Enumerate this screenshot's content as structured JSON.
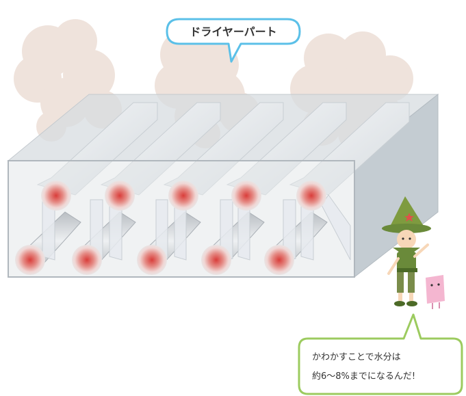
{
  "title_bubble": {
    "text": "ドライヤーパート"
  },
  "speech_bubble": {
    "line1": "かわかすことで水分は",
    "line2": "約6〜8%までになるんだ!"
  },
  "colors": {
    "bubble_border_blue": "#5bc0e8",
    "bubble_border_green": "#9ccb5f",
    "steam": "#efe3dc",
    "box_front": "#d9dde1",
    "box_side": "#c4ccd2",
    "roller_core": "#d9534f",
    "character_green": "#6a8a3a",
    "paper_mascot": "#f4b6d0"
  }
}
